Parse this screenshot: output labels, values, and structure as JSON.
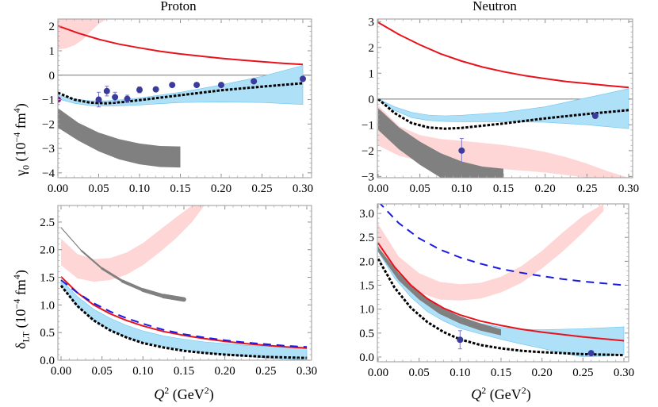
{
  "figure": {
    "titles": {
      "proton": "Proton",
      "neutron": "Neutron"
    },
    "xlabel": {
      "var": "Q",
      "sup": "2",
      "unit": "(GeV",
      "unit_sup": "2",
      "unit_close": ")"
    },
    "ylabel_top": {
      "sym": "γ",
      "sub": "0",
      "rest": " (10",
      "exp": "−4",
      "unit": " fm",
      "unit_exp": "4",
      "close": ")"
    },
    "ylabel_bottom": {
      "sym": "δ",
      "sub": "LT",
      "rest": " (10",
      "exp": "−4",
      "unit": " fm",
      "unit_exp": "4",
      "close": ")"
    }
  },
  "colors": {
    "red_line": "#e8121b",
    "blue_dashed": "#1a1ae6",
    "black_dotted": "#000000",
    "cyan_band": "#aee0f8",
    "cyan_band_edge": "#6ec4ee",
    "pink_band": "#ffd6d6",
    "gray_band": "#808080",
    "data_point": "#3b3b9e",
    "data_point_first": "#7a1a7a",
    "frame": "#999999"
  },
  "chart_data": [
    {
      "id": "proton_gamma0",
      "type": "line",
      "title": "Proton",
      "xlabel": "",
      "ylabel": "γ0 (10^-4 fm^4)",
      "xlim": [
        0.0,
        0.31
      ],
      "ylim": [
        -4.2,
        2.3
      ],
      "xticks": [
        "0.00",
        "0.05",
        "0.10",
        "0.15",
        "0.20",
        "0.25",
        "0.30"
      ],
      "yticks": [
        "-4",
        "-3",
        "-2",
        "-1",
        "0",
        "1",
        "2"
      ],
      "zero_line": true,
      "series": [
        {
          "name": "red solid",
          "style": "solid",
          "color": "#e8121b",
          "x": [
            0.0,
            0.025,
            0.05,
            0.075,
            0.1,
            0.125,
            0.15,
            0.175,
            0.2,
            0.225,
            0.25,
            0.275,
            0.3
          ],
          "y": [
            2.02,
            1.72,
            1.47,
            1.27,
            1.12,
            0.98,
            0.87,
            0.78,
            0.69,
            0.62,
            0.55,
            0.49,
            0.44
          ]
        },
        {
          "name": "black dotted",
          "style": "dotted",
          "color": "#000000",
          "x": [
            0.0,
            0.02,
            0.04,
            0.06,
            0.08,
            0.1,
            0.15,
            0.2,
            0.25,
            0.3
          ],
          "y": [
            -0.72,
            -1.0,
            -1.13,
            -1.15,
            -1.1,
            -1.02,
            -0.82,
            -0.62,
            -0.47,
            -0.33
          ]
        },
        {
          "name": "cyan band",
          "style": "band",
          "color": "#aee0f8",
          "x": [
            0.0,
            0.02,
            0.04,
            0.06,
            0.08,
            0.1,
            0.15,
            0.2,
            0.25,
            0.3
          ],
          "upper": [
            -0.82,
            -0.97,
            -1.05,
            -1.05,
            -1.0,
            -0.93,
            -0.7,
            -0.4,
            -0.05,
            0.4
          ],
          "lower": [
            -0.97,
            -1.15,
            -1.25,
            -1.27,
            -1.25,
            -1.22,
            -1.12,
            -1.1,
            -1.12,
            -1.2
          ]
        },
        {
          "name": "pink band",
          "style": "band",
          "color": "#ffd6d6",
          "x": [
            0.0,
            0.01,
            0.02,
            0.03,
            0.04,
            0.05,
            0.06
          ],
          "upper": [
            2.3,
            2.3,
            2.3,
            2.3,
            2.3,
            2.3,
            2.3
          ],
          "lower": [
            1.05,
            1.1,
            1.22,
            1.45,
            1.78,
            2.1,
            2.3
          ]
        },
        {
          "name": "gray band",
          "style": "band",
          "color": "#808080",
          "x": [
            0.0,
            0.025,
            0.05,
            0.075,
            0.1,
            0.125,
            0.15
          ],
          "upper": [
            -1.35,
            -1.95,
            -2.35,
            -2.62,
            -2.8,
            -2.9,
            -2.92
          ],
          "lower": [
            -2.15,
            -2.68,
            -3.12,
            -3.45,
            -3.65,
            -3.76,
            -3.78
          ]
        },
        {
          "name": "data points",
          "style": "points",
          "color": "#3b3b9e",
          "x": [
            0.05,
            0.06,
            0.07,
            0.085,
            0.1,
            0.12,
            0.14,
            0.17,
            0.2,
            0.24,
            0.3
          ],
          "y": [
            -1.0,
            -0.65,
            -0.9,
            -0.97,
            -0.6,
            -0.58,
            -0.4,
            -0.4,
            -0.4,
            -0.25,
            -0.15
          ],
          "err": [
            0.3,
            0.2,
            0.2,
            0.15,
            0.12,
            0.08,
            0.05,
            0.05,
            0.05,
            0.05,
            0.05
          ]
        },
        {
          "name": "data point (Q2=0)",
          "style": "points",
          "color": "#7a1a7a",
          "x": [
            0.0
          ],
          "y": [
            -1.0
          ],
          "err": [
            0.2
          ]
        }
      ]
    },
    {
      "id": "neutron_gamma0",
      "type": "line",
      "title": "Neutron",
      "xlabel": "",
      "ylabel": "",
      "xlim": [
        0.0,
        0.31
      ],
      "ylim": [
        -3.05,
        3.1
      ],
      "xticks": [
        "0.00",
        "0.05",
        "0.10",
        "0.15",
        "0.20",
        "0.25",
        "0.30"
      ],
      "yticks": [
        "-3",
        "-2",
        "-1",
        "0",
        "1",
        "2",
        "3"
      ],
      "zero_line": true,
      "series": [
        {
          "name": "red solid",
          "style": "solid",
          "color": "#e8121b",
          "x": [
            0.0,
            0.025,
            0.05,
            0.075,
            0.1,
            0.125,
            0.15,
            0.175,
            0.2,
            0.225,
            0.25,
            0.275,
            0.3
          ],
          "y": [
            2.97,
            2.5,
            2.1,
            1.75,
            1.47,
            1.24,
            1.06,
            0.91,
            0.79,
            0.68,
            0.6,
            0.52,
            0.45
          ]
        },
        {
          "name": "black dotted",
          "style": "dotted",
          "color": "#000000",
          "x": [
            0.0,
            0.02,
            0.04,
            0.06,
            0.08,
            0.1,
            0.15,
            0.2,
            0.25,
            0.3
          ],
          "y": [
            0.0,
            -0.55,
            -0.93,
            -1.1,
            -1.15,
            -1.12,
            -0.95,
            -0.75,
            -0.58,
            -0.43
          ]
        },
        {
          "name": "cyan band",
          "style": "band",
          "color": "#aee0f8",
          "x": [
            0.0,
            0.02,
            0.04,
            0.06,
            0.08,
            0.1,
            0.15,
            0.2,
            0.25,
            0.3
          ],
          "upper": [
            0.0,
            -0.3,
            -0.52,
            -0.62,
            -0.65,
            -0.63,
            -0.52,
            -0.3,
            0.05,
            0.4
          ],
          "lower": [
            0.0,
            -0.45,
            -0.72,
            -0.83,
            -0.87,
            -0.88,
            -0.88,
            -0.9,
            -1.0,
            -1.15
          ]
        },
        {
          "name": "pink band",
          "style": "band",
          "color": "#ffd6d6",
          "x": [
            0.0,
            0.025,
            0.05,
            0.075,
            0.1,
            0.125,
            0.15,
            0.175,
            0.2,
            0.225,
            0.25,
            0.275,
            0.3
          ],
          "upper": [
            -0.25,
            -1.05,
            -1.4,
            -1.55,
            -1.62,
            -1.7,
            -1.78,
            -1.9,
            -2.05,
            -2.25,
            -2.5,
            -2.8,
            -3.05
          ],
          "lower": [
            -1.8,
            -2.2,
            -2.4,
            -2.55,
            -2.62,
            -2.68,
            -2.72,
            -2.78,
            -2.85,
            -2.95,
            -3.05,
            -3.05,
            -3.05
          ]
        },
        {
          "name": "gray band",
          "style": "band",
          "color": "#808080",
          "x": [
            0.0,
            0.025,
            0.05,
            0.075,
            0.1,
            0.125,
            0.15
          ],
          "upper": [
            -0.35,
            -1.1,
            -1.65,
            -2.1,
            -2.42,
            -2.62,
            -2.7
          ],
          "lower": [
            -1.2,
            -1.95,
            -2.55,
            -3.05,
            -3.05,
            -3.05,
            -3.05
          ]
        },
        {
          "name": "data points",
          "style": "points",
          "color": "#3b3b9e",
          "x": [
            0.1,
            0.26
          ],
          "y": [
            -2.0,
            -0.65
          ],
          "err": [
            0.47,
            0.1
          ]
        }
      ]
    },
    {
      "id": "proton_deltaLT",
      "type": "line",
      "title": "",
      "xlabel": "Q^2 (GeV^2)",
      "ylabel": "δLT (10^-4 fm^4)",
      "xlim": [
        -0.005,
        0.305
      ],
      "ylim": [
        0.0,
        2.8
      ],
      "xticks": [
        "0.00",
        "0.05",
        "0.10",
        "0.15",
        "0.20",
        "0.25",
        "0.30"
      ],
      "yticks": [
        "0.0",
        "0.5",
        "1.0",
        "1.5",
        "2.0",
        "2.5"
      ],
      "zero_line": false,
      "series": [
        {
          "name": "red solid",
          "style": "solid",
          "color": "#e8121b",
          "x": [
            0.0,
            0.02,
            0.04,
            0.06,
            0.08,
            0.1,
            0.125,
            0.15,
            0.175,
            0.2,
            0.225,
            0.25,
            0.275,
            0.3
          ],
          "y": [
            1.51,
            1.22,
            1.0,
            0.84,
            0.72,
            0.62,
            0.52,
            0.45,
            0.39,
            0.34,
            0.3,
            0.27,
            0.24,
            0.22
          ]
        },
        {
          "name": "blue dashed",
          "style": "dashed",
          "color": "#1a1ae6",
          "x": [
            0.0,
            0.02,
            0.04,
            0.06,
            0.08,
            0.1,
            0.125,
            0.15,
            0.175,
            0.2,
            0.225,
            0.25,
            0.275,
            0.3
          ],
          "y": [
            1.45,
            1.22,
            1.03,
            0.88,
            0.76,
            0.66,
            0.55,
            0.47,
            0.41,
            0.36,
            0.32,
            0.29,
            0.26,
            0.24
          ]
        },
        {
          "name": "black dotted",
          "style": "dotted",
          "color": "#000000",
          "x": [
            0.0,
            0.02,
            0.04,
            0.06,
            0.08,
            0.1,
            0.125,
            0.15,
            0.175,
            0.2,
            0.225,
            0.25,
            0.275,
            0.3
          ],
          "y": [
            1.35,
            0.98,
            0.72,
            0.54,
            0.41,
            0.31,
            0.23,
            0.17,
            0.13,
            0.1,
            0.08,
            0.06,
            0.05,
            0.04
          ]
        },
        {
          "name": "cyan band",
          "style": "band",
          "color": "#aee0f8",
          "x": [
            0.0,
            0.02,
            0.04,
            0.06,
            0.08,
            0.1,
            0.125,
            0.15,
            0.175,
            0.2,
            0.225,
            0.25,
            0.275,
            0.3
          ],
          "upper": [
            1.45,
            1.15,
            0.92,
            0.76,
            0.63,
            0.53,
            0.44,
            0.38,
            0.33,
            0.3,
            0.27,
            0.25,
            0.24,
            0.23
          ],
          "lower": [
            1.35,
            0.98,
            0.72,
            0.55,
            0.42,
            0.33,
            0.25,
            0.19,
            0.14,
            0.1,
            0.07,
            0.04,
            0.02,
            0.0
          ]
        },
        {
          "name": "pink band",
          "style": "band",
          "color": "#ffd6d6",
          "x": [
            0.0,
            0.02,
            0.04,
            0.06,
            0.08,
            0.1,
            0.12,
            0.14,
            0.16,
            0.175
          ],
          "upper": [
            2.2,
            1.92,
            1.83,
            1.85,
            1.95,
            2.12,
            2.35,
            2.58,
            2.8,
            2.8
          ],
          "lower": [
            1.72,
            1.48,
            1.42,
            1.45,
            1.55,
            1.72,
            1.95,
            2.2,
            2.5,
            2.8
          ]
        },
        {
          "name": "gray line",
          "style": "gray_thick",
          "color": "#808080",
          "x": [
            0.0,
            0.025,
            0.05,
            0.075,
            0.1,
            0.125,
            0.15
          ],
          "y": [
            2.4,
            1.98,
            1.66,
            1.43,
            1.27,
            1.16,
            1.1
          ]
        }
      ]
    },
    {
      "id": "neutron_deltaLT",
      "type": "line",
      "title": "",
      "xlabel": "Q^2 (GeV^2)",
      "ylabel": "",
      "xlim": [
        -0.005,
        0.305
      ],
      "ylim": [
        -0.1,
        3.2
      ],
      "xticks": [
        "0.00",
        "0.05",
        "0.10",
        "0.15",
        "0.20",
        "0.25",
        "0.30"
      ],
      "yticks": [
        "0.0",
        "0.5",
        "1.0",
        "1.5",
        "2.0",
        "2.5",
        "3.0"
      ],
      "zero_line": false,
      "series": [
        {
          "name": "red solid",
          "style": "solid",
          "color": "#e8121b",
          "x": [
            0.0,
            0.02,
            0.04,
            0.06,
            0.08,
            0.1,
            0.125,
            0.15,
            0.175,
            0.2,
            0.225,
            0.25,
            0.275,
            0.3
          ],
          "y": [
            2.38,
            1.88,
            1.5,
            1.22,
            1.02,
            0.88,
            0.75,
            0.66,
            0.58,
            0.52,
            0.47,
            0.42,
            0.38,
            0.34
          ]
        },
        {
          "name": "blue dashed",
          "style": "dashed",
          "color": "#1a1ae6",
          "x": [
            0.0,
            0.025,
            0.05,
            0.075,
            0.1,
            0.125,
            0.15,
            0.175,
            0.2,
            0.225,
            0.25,
            0.275,
            0.3
          ],
          "y": [
            3.25,
            2.8,
            2.48,
            2.25,
            2.08,
            1.95,
            1.84,
            1.76,
            1.69,
            1.63,
            1.58,
            1.54,
            1.5
          ]
        },
        {
          "name": "black dotted",
          "style": "dotted",
          "color": "#000000",
          "x": [
            0.0,
            0.02,
            0.04,
            0.06,
            0.08,
            0.1,
            0.125,
            0.15,
            0.175,
            0.2,
            0.225,
            0.25,
            0.275,
            0.3
          ],
          "y": [
            2.05,
            1.45,
            1.03,
            0.73,
            0.52,
            0.37,
            0.25,
            0.18,
            0.13,
            0.1,
            0.08,
            0.06,
            0.05,
            0.04
          ]
        },
        {
          "name": "cyan band",
          "style": "band",
          "color": "#aee0f8",
          "x": [
            0.0,
            0.02,
            0.04,
            0.06,
            0.08,
            0.1,
            0.125,
            0.15,
            0.175,
            0.2,
            0.225,
            0.25,
            0.275,
            0.3
          ],
          "upper": [
            2.35,
            1.85,
            1.47,
            1.18,
            0.98,
            0.83,
            0.7,
            0.62,
            0.58,
            0.57,
            0.58,
            0.59,
            0.61,
            0.63
          ],
          "lower": [
            2.2,
            1.65,
            1.25,
            0.95,
            0.75,
            0.6,
            0.48,
            0.37,
            0.27,
            0.18,
            0.08,
            0.0,
            0.02,
            0.05
          ]
        },
        {
          "name": "pink band",
          "style": "band",
          "color": "#ffd6d6",
          "x": [
            0.0,
            0.025,
            0.05,
            0.075,
            0.1,
            0.125,
            0.15,
            0.175,
            0.2,
            0.225,
            0.25,
            0.275
          ],
          "upper": [
            2.78,
            2.1,
            1.75,
            1.57,
            1.52,
            1.55,
            1.68,
            1.9,
            2.22,
            2.6,
            2.95,
            3.2
          ],
          "lower": [
            2.3,
            1.68,
            1.35,
            1.2,
            1.18,
            1.22,
            1.35,
            1.55,
            1.85,
            2.2,
            2.6,
            3.05
          ]
        },
        {
          "name": "gray band",
          "style": "band",
          "color": "#808080",
          "x": [
            0.0,
            0.025,
            0.05,
            0.075,
            0.1,
            0.125,
            0.15
          ],
          "upper": [
            2.3,
            1.75,
            1.35,
            1.05,
            0.85,
            0.7,
            0.58
          ],
          "lower": [
            2.2,
            1.6,
            1.2,
            0.9,
            0.7,
            0.55,
            0.45
          ]
        },
        {
          "name": "data points",
          "style": "points",
          "color": "#3b3b9e",
          "x": [
            0.1,
            0.26
          ],
          "y": [
            0.36,
            0.08
          ],
          "err": [
            0.19,
            0.03
          ]
        }
      ]
    }
  ]
}
